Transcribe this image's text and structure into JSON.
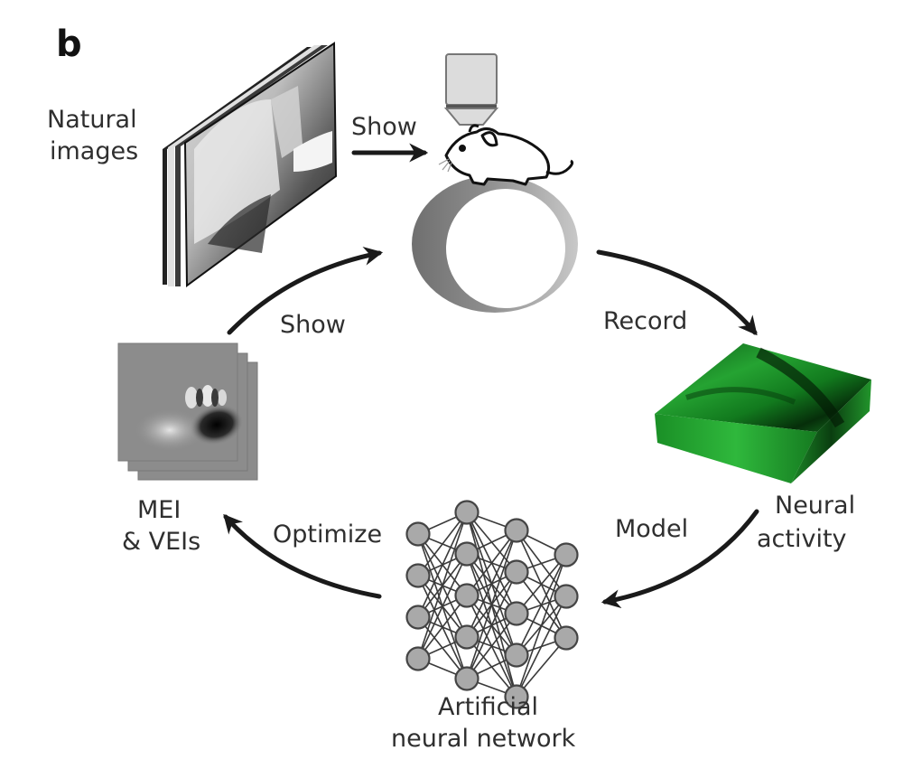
{
  "figure": {
    "panel_label": "b",
    "stages": [
      {
        "id": "natural-images",
        "label_lines": [
          "Natural",
          "images"
        ]
      },
      {
        "id": "mouse",
        "label_lines": []
      },
      {
        "id": "neural-activity",
        "label_lines": [
          "Neural",
          "activity"
        ]
      },
      {
        "id": "ann",
        "label_lines": [
          "Artificial",
          "neural network"
        ]
      },
      {
        "id": "mei",
        "label_lines": [
          "MEI",
          "& VEIs"
        ]
      }
    ],
    "arrows": [
      {
        "id": "show-top",
        "from": "natural-images",
        "to": "mouse",
        "label": "Show"
      },
      {
        "id": "record",
        "from": "mouse",
        "to": "neural-activity",
        "label": "Record"
      },
      {
        "id": "model",
        "from": "neural-activity",
        "to": "ann",
        "label": "Model"
      },
      {
        "id": "optimize",
        "from": "ann",
        "to": "mei",
        "label": "Optimize"
      },
      {
        "id": "show-bottom",
        "from": "mei",
        "to": "mouse",
        "label": "Show"
      }
    ],
    "ann_layers": [
      4,
      5,
      5,
      3
    ],
    "colors": {
      "arrow": "#1a1a1a",
      "node_fill": "#a9a9a9",
      "neural_activity": "#1f9a2e",
      "mei_background": "#8c8c8c",
      "wheel": "#8a8a8a"
    }
  }
}
